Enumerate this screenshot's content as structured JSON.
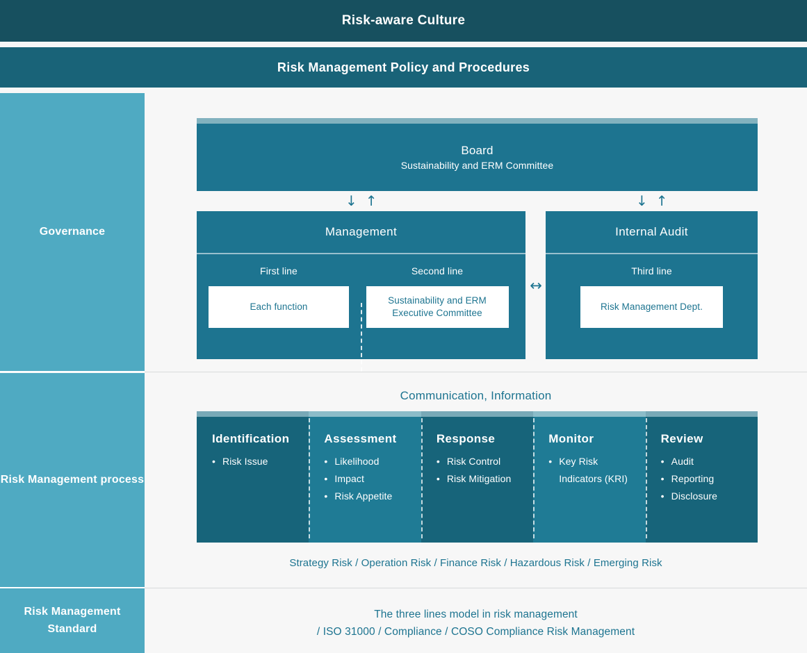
{
  "banners": {
    "culture": "Risk-aware Culture",
    "policy": "Risk Management Policy and Procedures"
  },
  "governance": {
    "row_label": "Governance",
    "board": {
      "title": "Board",
      "subtitle": "Sustainability and ERM Committee"
    },
    "arrows": {
      "down": "↓",
      "up": "↑",
      "both": "↔"
    },
    "management": {
      "title": "Management",
      "lanes": [
        {
          "title": "First line",
          "chip": "Each function"
        },
        {
          "title": "Second line",
          "chip": "Sustainability and ERM Executive Committee"
        }
      ]
    },
    "internal_audit": {
      "title": "Internal Audit",
      "lanes": [
        {
          "title": "Third line",
          "chip": "Risk Management Dept."
        }
      ]
    }
  },
  "process": {
    "row_label": "Risk Management process",
    "communication_label": "Communication, Information",
    "columns": [
      {
        "title": "Identification",
        "items": [
          "Risk Issue"
        ],
        "shade": "dark"
      },
      {
        "title": "Assessment",
        "items": [
          "Likelihood",
          "Impact",
          "Risk Appetite"
        ],
        "shade": "light"
      },
      {
        "title": "Response",
        "items": [
          "Risk Control",
          "Risk Mitigation"
        ],
        "shade": "dark"
      },
      {
        "title": "Monitor",
        "items": [
          "Key Risk Indicators (KRI)"
        ],
        "shade": "light"
      },
      {
        "title": "Review",
        "items": [
          "Audit",
          "Reporting",
          "Disclosure"
        ],
        "shade": "dark"
      }
    ],
    "risk_types": "Strategy Risk / Operation Risk / Finance Risk / Hazardous Risk / Emerging Risk"
  },
  "standard": {
    "row_label": "Risk Management Standard",
    "line1": "The three lines model in risk management",
    "line2": "/ ISO 31000 / Compliance / COSO Compliance Risk Management"
  },
  "colors": {
    "banner_dark": "#17505f",
    "banner_mid": "#196378",
    "sidebar": "#4faac2",
    "card": "#1d7490",
    "accent_bar": "#82b2bf",
    "col_dark": "#17647a",
    "col_light": "#1f7b95",
    "text_teal": "#1d7490",
    "page_bg": "#f7f7f7"
  }
}
